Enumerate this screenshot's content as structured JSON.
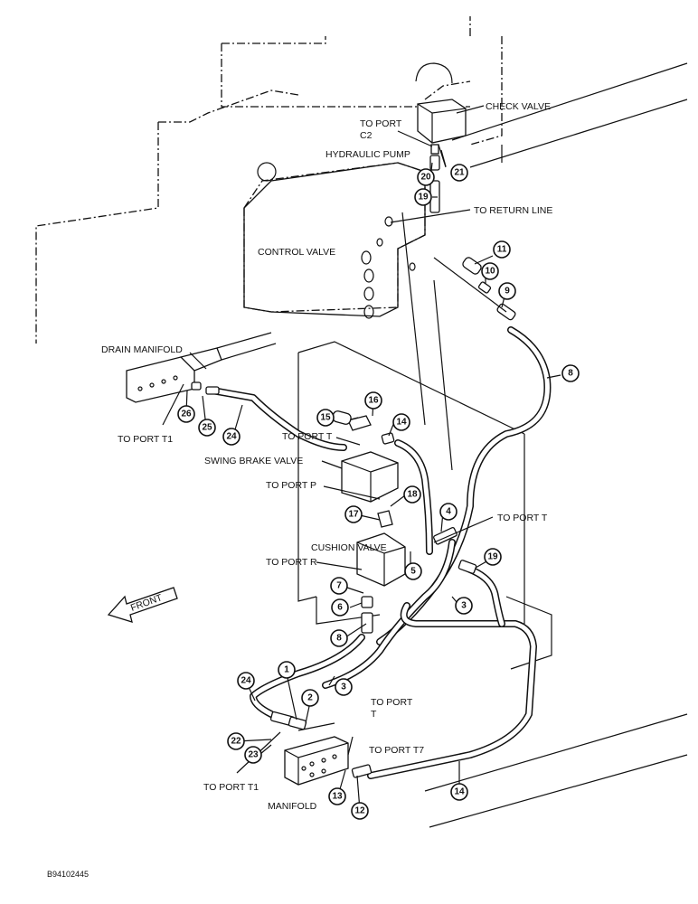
{
  "labels": {
    "check_valve": "CHECK VALVE",
    "to_port_c2_line1": "TO PORT",
    "to_port_c2_line2": "C2",
    "hydraulic_pump": "HYDRAULIC PUMP",
    "to_return_line": "TO RETURN LINE",
    "control_valve": "CONTROL VALVE",
    "drain_manifold": "DRAIN MANIFOLD",
    "to_port_t1_upper": "TO PORT T1",
    "to_port_t_brake": "TO PORT T",
    "swing_brake_valve": "SWING BRAKE VALVE",
    "to_port_p": "TO PORT P",
    "to_port_t_cushion": "TO PORT T",
    "cushion_valve": "CUSHION VALVE",
    "to_port_r": "TO PORT R",
    "front": "FRONT",
    "to_port_t_lower_line1": "TO PORT",
    "to_port_t_lower_line2": "T",
    "to_port_t7": "TO PORT T7",
    "to_port_t1_lower": "TO PORT T1",
    "manifold": "MANIFOLD",
    "drawing_code": "B94102445"
  },
  "callouts": [
    "1",
    "2",
    "3",
    "3",
    "4",
    "5",
    "6",
    "7",
    "8",
    "8",
    "9",
    "10",
    "11",
    "12",
    "13",
    "14",
    "14",
    "15",
    "16",
    "17",
    "18",
    "19",
    "19",
    "20",
    "21",
    "22",
    "23",
    "24",
    "24",
    "25",
    "26"
  ]
}
